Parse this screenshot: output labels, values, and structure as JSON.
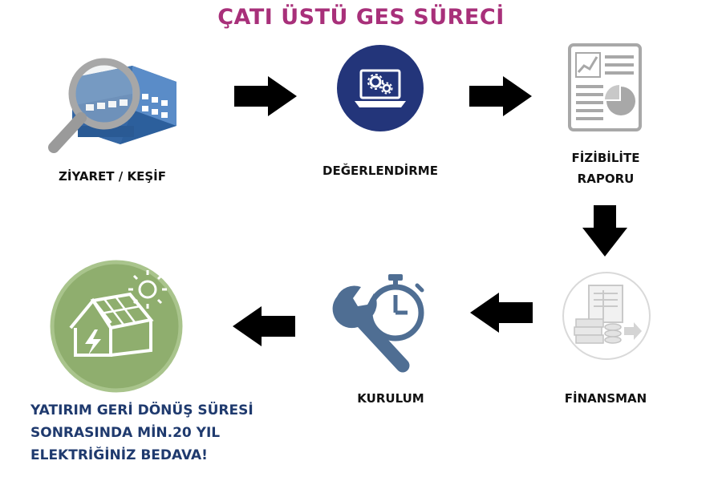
{
  "title": "ÇATI ÜSTÜ GES SÜRECİ",
  "steps": {
    "visit": "ZİYARET / KEŞİF",
    "evaluation": "DEĞERLENDİRME",
    "feasibility_line1": "FİZİBİLİTE",
    "feasibility_line2": "RAPORU",
    "finance": "FİNANSMAN",
    "installation": "KURULUM"
  },
  "result": {
    "line1": "YATIRIM GERİ DÖNÜŞ SÜRESİ",
    "line2": "SONRASINDA MİN.20 YIL",
    "line3": "ELEKTRİĞİNİZ BEDAVA!"
  },
  "colors": {
    "title": "#a8307a",
    "result_text": "#1f3a6e",
    "navy": "#23357a",
    "green": "#8fae6e",
    "steel": "#4f6e93",
    "gray": "#9a9a9a",
    "building_blue": "#3f74b0"
  },
  "icons": [
    "magnifier-building-icon",
    "laptop-gears-icon",
    "report-chart-icon",
    "finance-money-icon",
    "wrench-stopwatch-icon",
    "solar-roof-icon",
    "arrow-icon"
  ]
}
